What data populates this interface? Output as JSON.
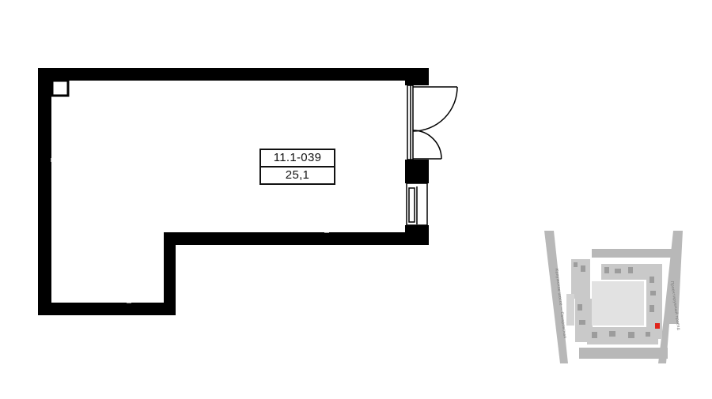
{
  "unit": {
    "number": "11.1-039",
    "area": "25,1"
  },
  "site_map": {
    "street_left": "Калужское шоссе — Сахаровская",
    "street_right": "Проектируемый проезд"
  },
  "colors": {
    "wall": "#000000",
    "map_block": "#c8c8c8",
    "map_road": "#b3b3b3",
    "highlight": "#e0241b"
  },
  "icons": {
    "left_door": "door-swing-icon",
    "right_door": "door-swing-icon",
    "window": "window-icon",
    "marker": "location-marker-icon"
  }
}
